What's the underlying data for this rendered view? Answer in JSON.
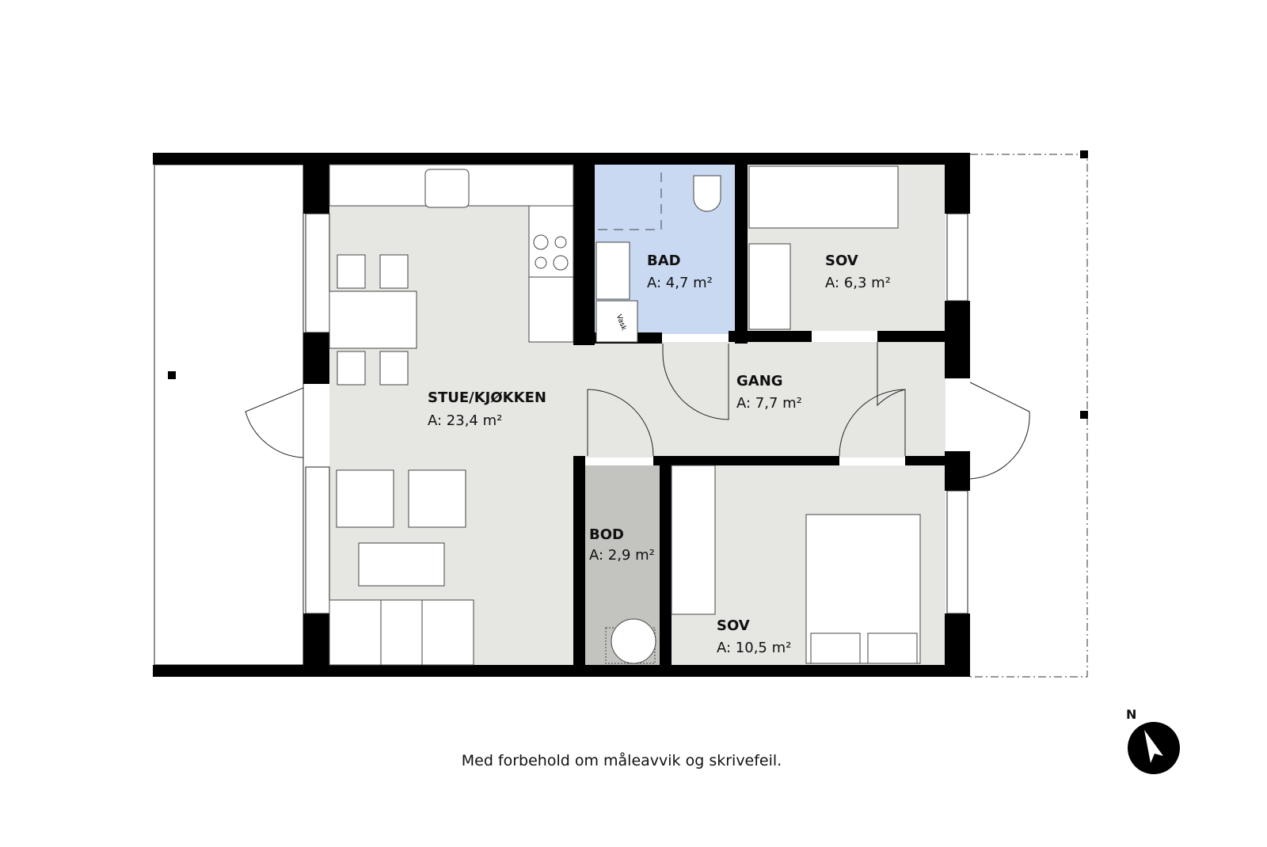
{
  "rooms": {
    "stue": {
      "name": "STUE/KJØKKEN",
      "area": "A: 23,4 m²"
    },
    "bad": {
      "name": "BAD",
      "area": "A: 4,7 m²"
    },
    "sov1": {
      "name": "SOV",
      "area": "A: 6,3 m²"
    },
    "gang": {
      "name": "GANG",
      "area": "A: 7,7 m²"
    },
    "bod": {
      "name": "BOD",
      "area": "A: 2,9 m²"
    },
    "sov2": {
      "name": "SOV",
      "area": "A: 10,5 m²"
    }
  },
  "fixtures": {
    "washer_label": "Vask"
  },
  "compass": {
    "label": "N"
  },
  "footer": "Med forbehold om måleavvik og skrivefeil.",
  "colors": {
    "floor": "#e6e6e3",
    "bath": "#c9d9f2",
    "storage": "#c3c3bf",
    "wall": "#000000"
  }
}
